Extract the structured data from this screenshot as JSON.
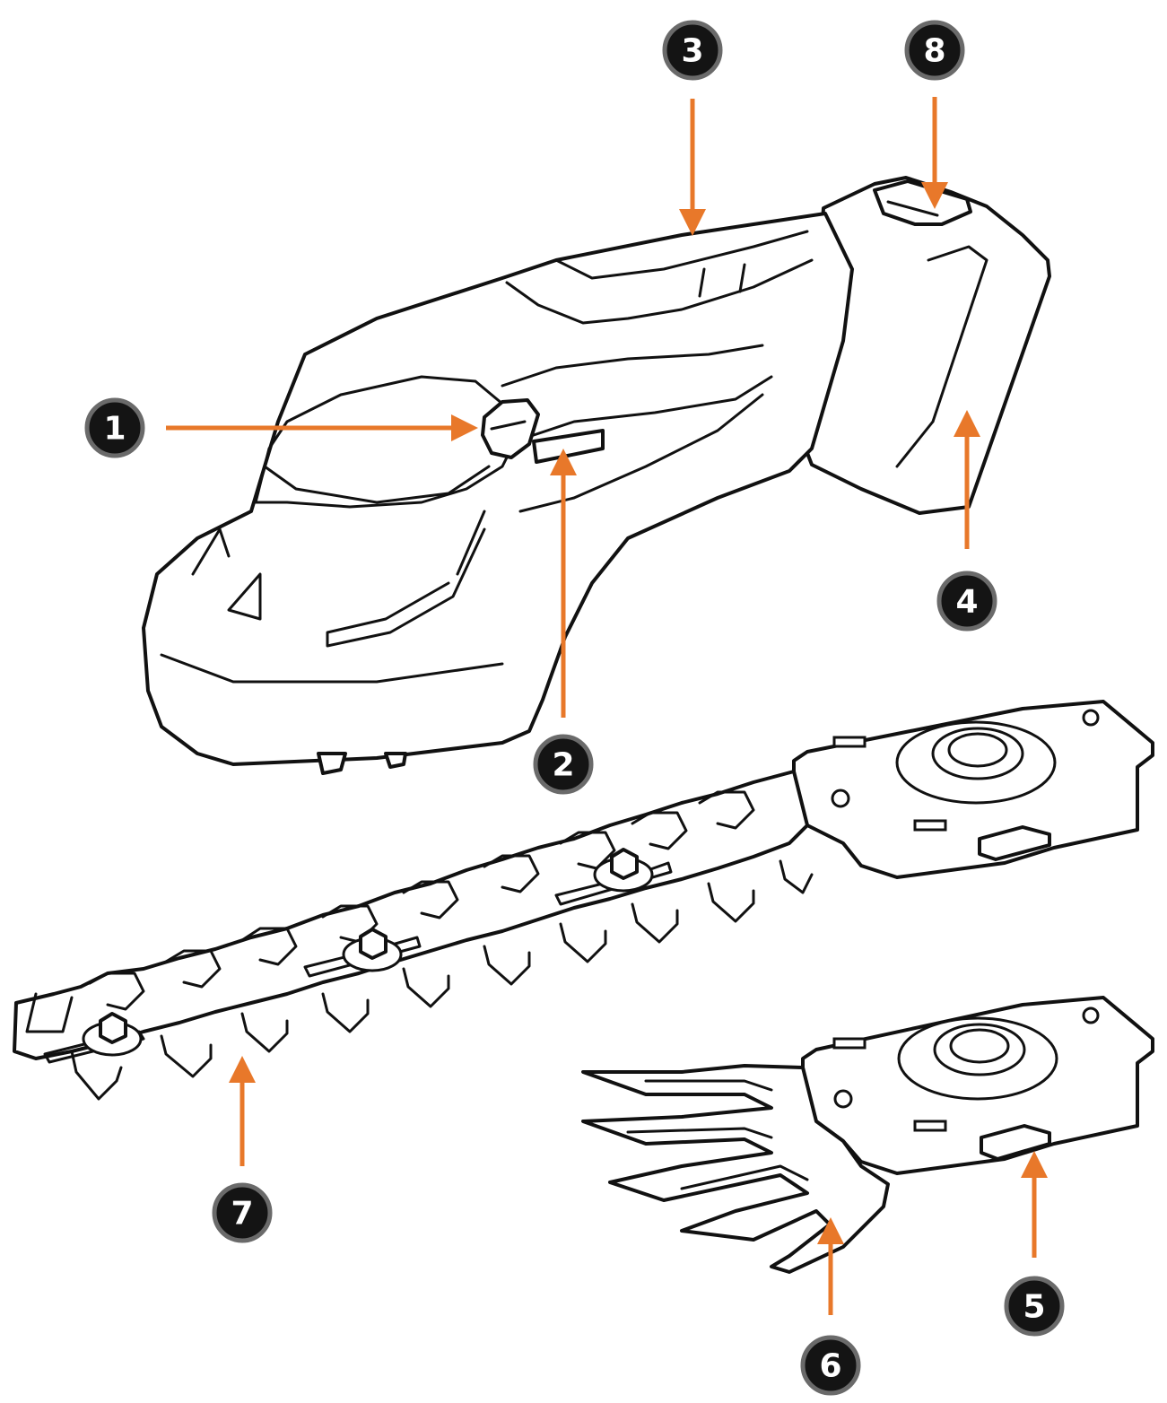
{
  "colors": {
    "arrow": "#e8782a",
    "badge_fill": "#141414",
    "badge_ring": "#6a6a6a",
    "outline": "#111111"
  },
  "callouts": [
    {
      "id": "callout-1",
      "label": "1",
      "part": "trigger-switch"
    },
    {
      "id": "callout-2",
      "label": "2",
      "part": "lock-off-button"
    },
    {
      "id": "callout-3",
      "label": "3",
      "part": "handle"
    },
    {
      "id": "callout-4",
      "label": "4",
      "part": "battery-pack"
    },
    {
      "id": "callout-5",
      "label": "5",
      "part": "blade-release-tab"
    },
    {
      "id": "callout-6",
      "label": "6",
      "part": "grass-shear-blade"
    },
    {
      "id": "callout-7",
      "label": "7",
      "part": "hedge-trimmer-blade"
    },
    {
      "id": "callout-8",
      "label": "8",
      "part": "battery-release-button"
    }
  ]
}
